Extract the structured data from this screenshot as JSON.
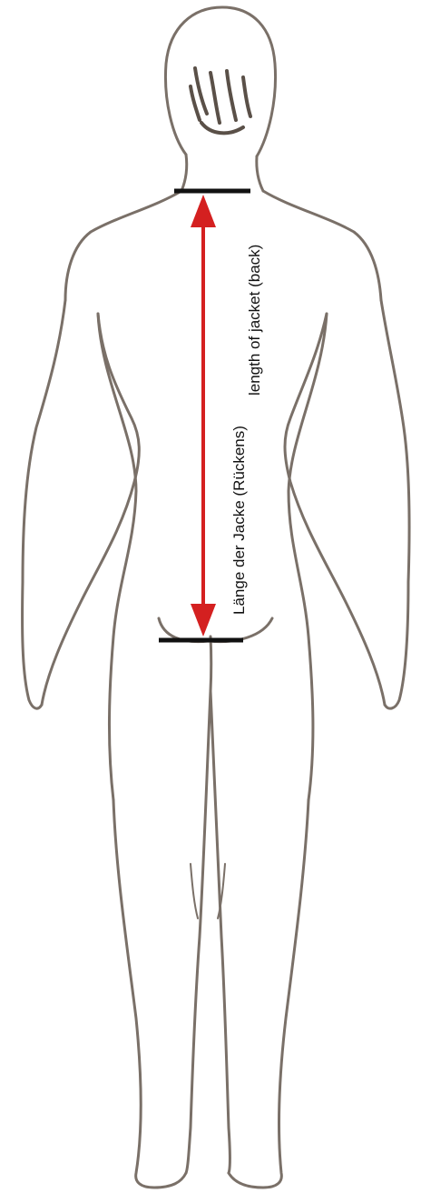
{
  "measurement": {
    "label_en": "length of jacket (back)",
    "label_de": "Länge der Jacke (Rückens)",
    "arrow_color": "#d42020",
    "marker_color": "#111111"
  },
  "figure": {
    "subject": "human figure, back view, hand-drawn sketch",
    "outline_color": "#7a7068"
  }
}
